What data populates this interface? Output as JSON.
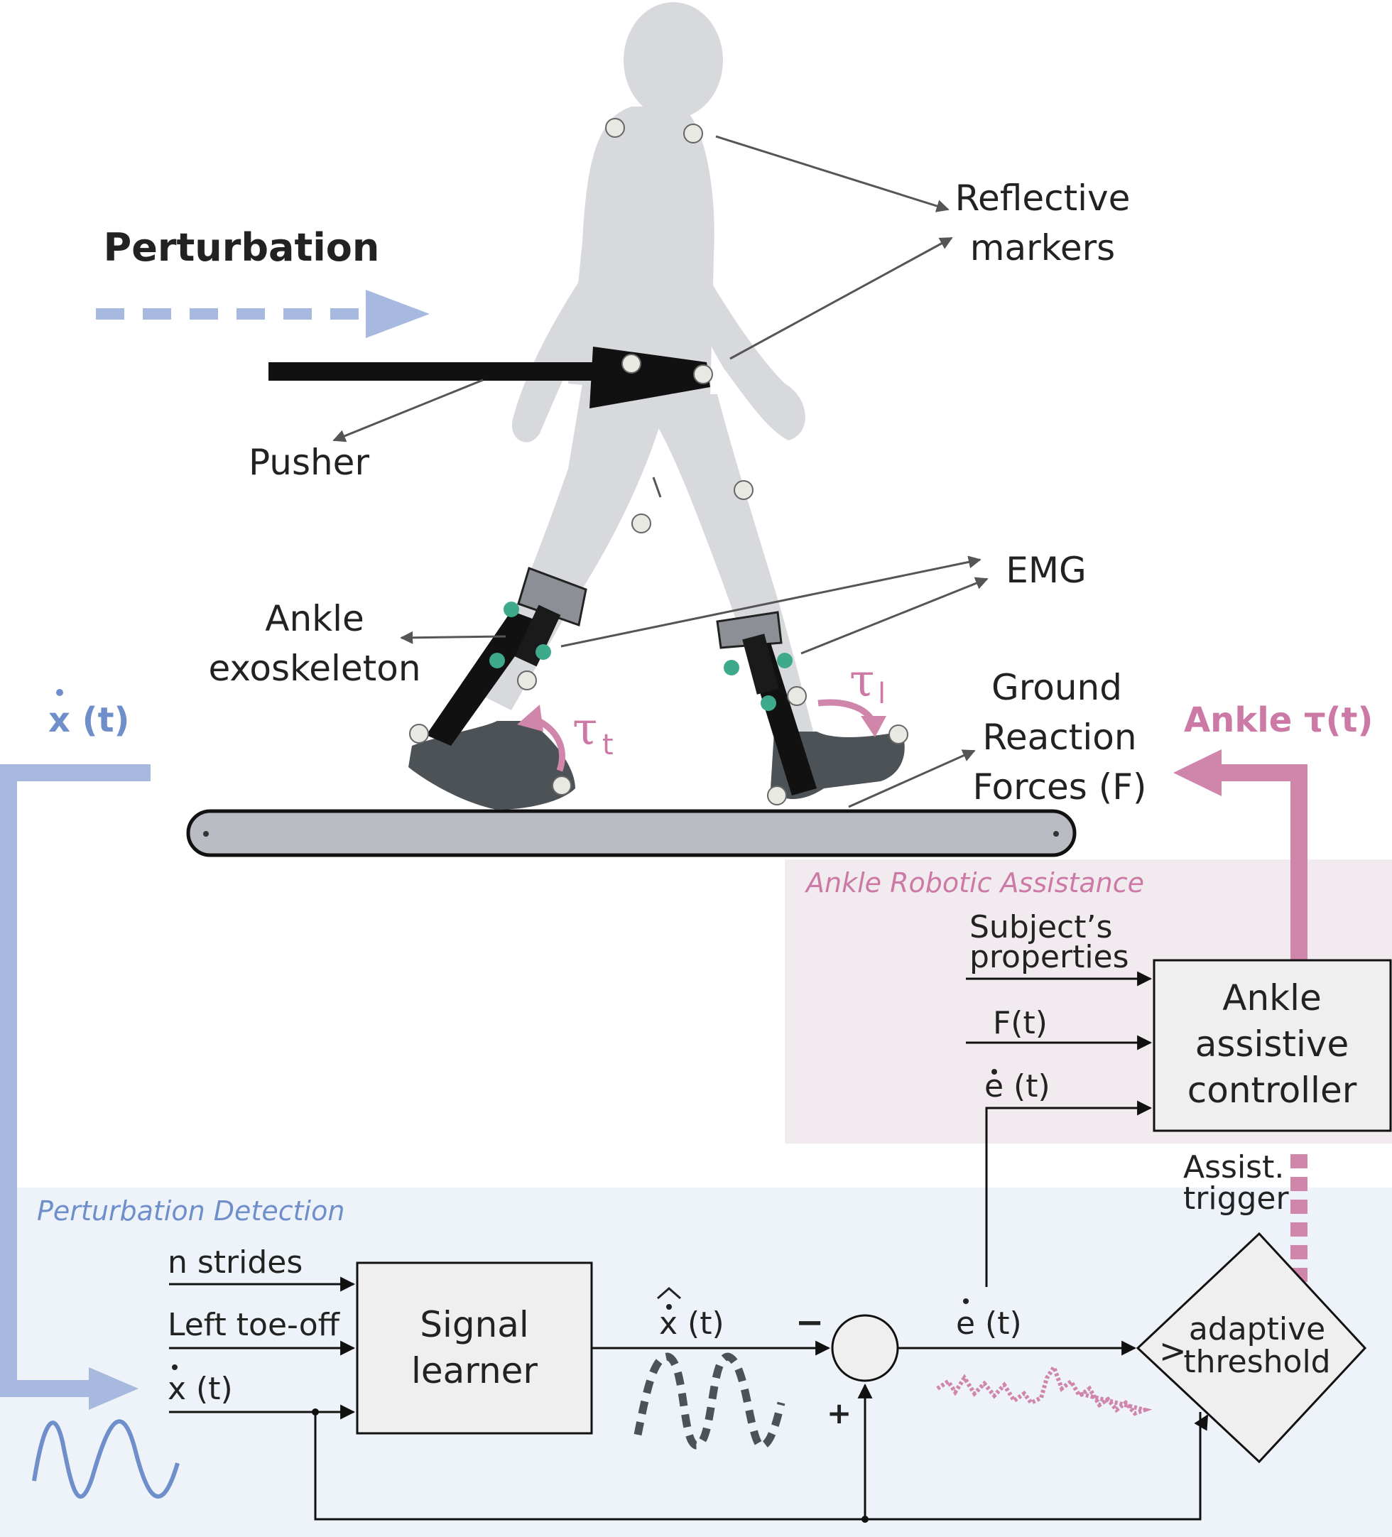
{
  "colors": {
    "blue_signal": "#a7b9de",
    "blue_text": "#6f8fcb",
    "pink_signal": "#cf86aa",
    "pink_text": "#cc7aa5",
    "detection_bg": "#eef2f9",
    "assistance_bg": "#f1ebf0",
    "body_gray": "#d7d9dd",
    "box_fill": "#efefef",
    "exo_green": "#3fa98b",
    "treadmill_gray": "#b9bcc3"
  },
  "labels": {
    "perturbation": "Perturbation",
    "reflective_markers_line1": "Reflective",
    "reflective_markers_line2": "markers",
    "pusher": "Pusher",
    "emg": "EMG",
    "ankle_exoskeleton_line1": "Ankle",
    "ankle_exoskeleton_line2": "exoskeleton",
    "ground_reaction_line1": "Ground",
    "ground_reaction_line2": "Reaction",
    "ground_reaction_line3": "Forces (F)",
    "tau_t": "τ",
    "tau_t_sub": "t",
    "tau_l": "τ",
    "tau_l_sub": "l",
    "x_dot_t_signal": "x (t)",
    "ankle_tau_signal": "Ankle τ(t)"
  },
  "assistance": {
    "title": "Ankle Robotic Assistance",
    "input_subject_line1": "Subject’s",
    "input_subject_line2": "properties",
    "input_force": "F(t)",
    "input_edot": "e (t)",
    "controller_line1": "Ankle",
    "controller_line2": "assistive",
    "controller_line3": "controller",
    "assist_trigger_line1": "Assist.",
    "assist_trigger_line2": "trigger"
  },
  "detection": {
    "title": "Perturbation Detection",
    "input_strides": "n strides",
    "input_toe_off": "Left toe-off",
    "input_xdot": "x (t)",
    "learner_line1": "Signal",
    "learner_line2": "learner",
    "xhat_label": "x (t)",
    "minus_sign": "−",
    "plus_sign": "+",
    "edot_label": "e (t)",
    "threshold_gt": ">",
    "threshold_line1": "adaptive",
    "threshold_line2": "threshold"
  }
}
